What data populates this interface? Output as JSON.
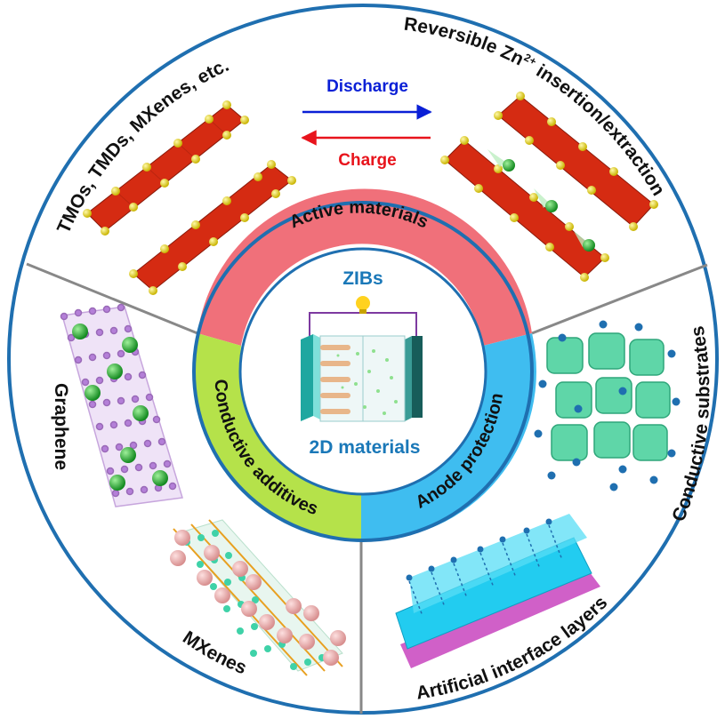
{
  "colors": {
    "outer_circle": "#1f6fb0",
    "divider": "#888888",
    "active_segment": "#f0707a",
    "conductive_segment": "#b5e24a",
    "anode_segment": "#3fbdf0",
    "center_text": "#1a78b8",
    "discharge": "#0a1fd6",
    "charge": "#e8141c",
    "octahedra": "#d52b12",
    "vertex_atoms": "#f2e022",
    "zn_ions": "#1fa62b",
    "graphene_atoms": "#b47fd8",
    "substrate": "#5fd6a8",
    "interface_layer": "#22ccf0",
    "interface_base": "#d060c8"
  },
  "outer_sections": {
    "tmos": "TMOs, TMDs, MXenes, etc.",
    "reversible_prefix": "Reversible Zn",
    "reversible_superscript": "2+",
    "reversible_suffix": "insertion/extraction",
    "graphene": "Graphene",
    "mxenes": "MXenes",
    "conductive_substrates": "Conductive substrates",
    "artificial_interface": "Artificial interface layers"
  },
  "arrows": {
    "discharge": "Discharge",
    "charge": "Charge"
  },
  "ring_segments": {
    "active": "Active   materials",
    "conductive": "Conductive additives",
    "anode": "Anode protection"
  },
  "center": {
    "top_label": "ZIBs",
    "bottom_label": "2D materials"
  },
  "icons": [
    "octahedra-chain",
    "zn-ion",
    "graphene-sheet",
    "mxene-structure",
    "conductive-substrate",
    "interface-layer",
    "battery",
    "lightbulb-icon"
  ]
}
